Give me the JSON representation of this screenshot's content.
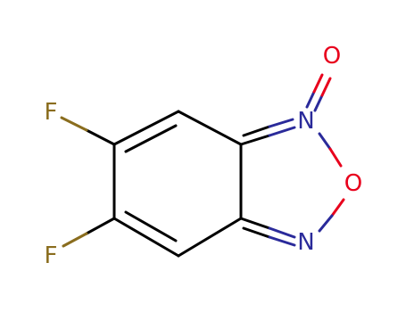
{
  "molecule": {
    "colors": {
      "carbon_bond": "#000000",
      "fluorine": "#8a6d1e",
      "nitrogen": "#2a2a9a",
      "oxygen": "#e8001c"
    },
    "atoms": {
      "f_top": "F",
      "f_bottom": "F",
      "n_oxide": "N",
      "o_oxide": "O",
      "o_ring": "O",
      "n_ring": "N"
    }
  }
}
